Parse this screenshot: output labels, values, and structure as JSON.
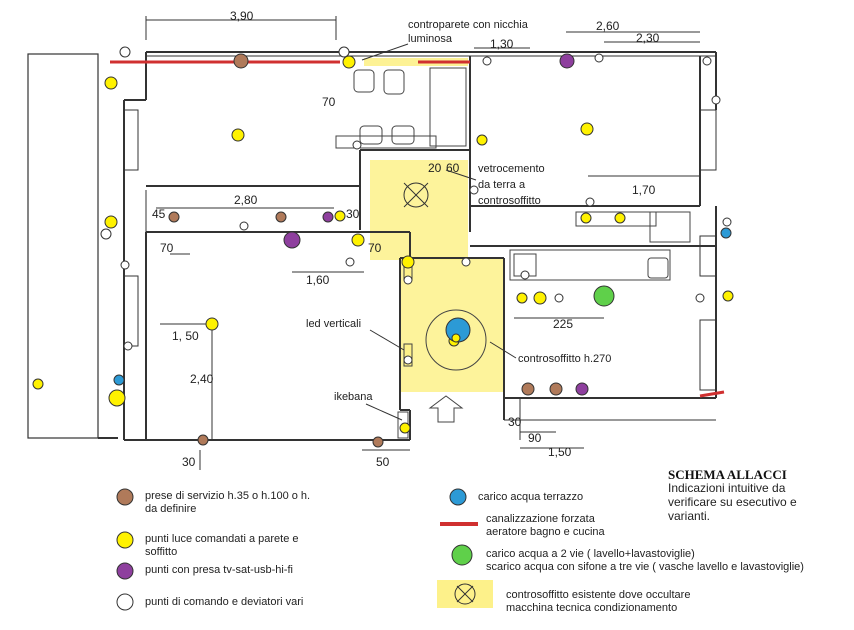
{
  "plan": {
    "dimensions": {
      "d390": "3,90",
      "d260": "2,60",
      "d230": "2,30",
      "d130": "1,30",
      "d70a": "70",
      "d280": "2,80",
      "d45": "45",
      "d30a": "30",
      "d70b": "70",
      "d70c": "70",
      "d20": "20",
      "d60": "60",
      "d170": "1,70",
      "d160": "1,60",
      "d150a": "1, 50",
      "d240": "2,40",
      "d30b": "30",
      "d50": "50",
      "d225": "225",
      "d30c": "30",
      "d90": "90",
      "d150b": "1,50"
    },
    "labels": {
      "controparete": "controparete con nicchia",
      "luminosa": "luminosa",
      "vetrocemento1": "vetrocemento",
      "vetrocemento2": "da terra a",
      "vetrocemento3": "controsoffitto",
      "led": "led verticali",
      "ikebana": "ikebana",
      "controsoffitto270": "controsoffitto h.270"
    }
  },
  "legend": {
    "prese_line1": "prese di servizio h.35 o h.100 o h.",
    "prese_line2": "da definire",
    "luce_line1": "punti luce comandati a parete e",
    "luce_line2": "soffitto",
    "tv": "punti con presa tv-sat-usb-hi-fi",
    "comando": "punti di comando e deviatori vari",
    "carico_terrazzo": "carico acqua terrazzo",
    "canalizzazione_line1": "canalizzazione forzata",
    "canalizzazione_line2": "aeratore bagno e cucina",
    "carico2vie_line1": "carico acqua a 2 vie ( lavello+lavastoviglie)",
    "carico2vie_line2": "scarico acqua con sifone a tre vie ( vasche lavello e lavastoviglie)",
    "controsoffitto_line1": "controsoffitto esistente dove occultare",
    "controsoffitto_line2": "macchina tecnica condizionamento",
    "schema_title": "SCHEMA ALLACCI",
    "schema_note1": "Indicazioni intuitive da",
    "schema_note2": "verificare su esecutivo e",
    "schema_note3": "varianti."
  },
  "colors": {
    "socket": "#b07a5a",
    "light": "#fff200",
    "tv": "#8e3f9e",
    "command": "#ffffff",
    "water_terrace": "#2c9ad6",
    "duct": "#d03030",
    "water_2way": "#5fd04a",
    "ceiling": "#fdf18a"
  }
}
